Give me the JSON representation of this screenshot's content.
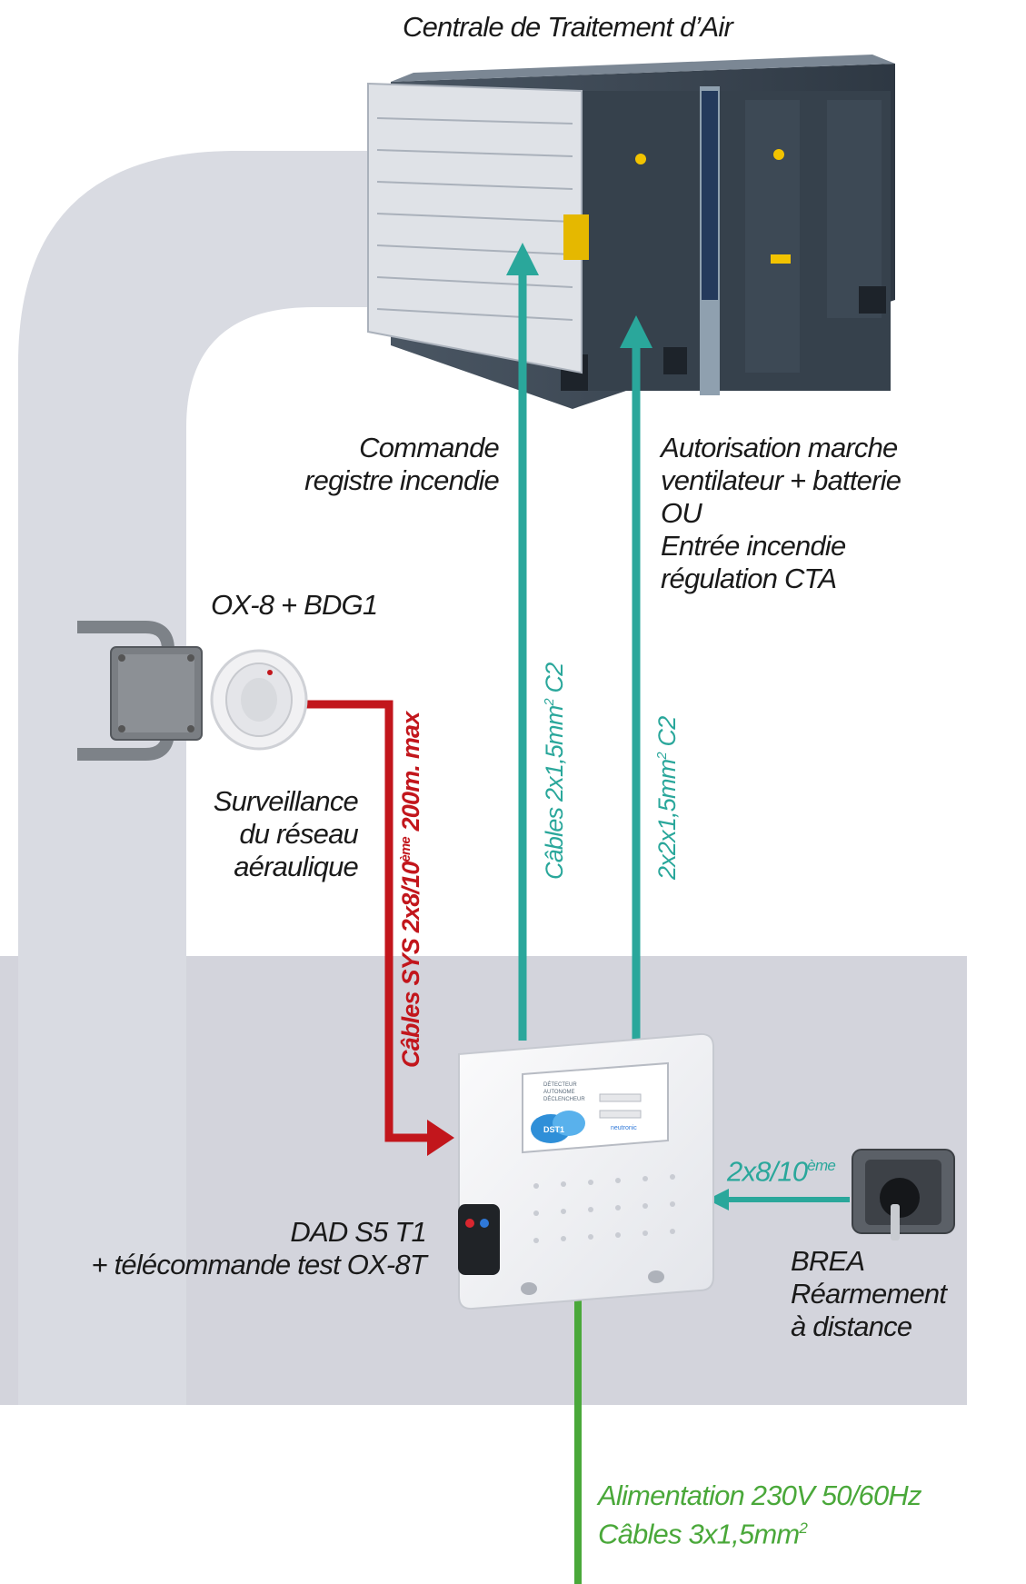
{
  "colors": {
    "teal": "#2aa79b",
    "red": "#c2161c",
    "green": "#4aa83a",
    "duct": "#d9dbe2",
    "panel": "#d3d4dc"
  },
  "labels": {
    "cta_title": "Centrale de Traitement d’Air",
    "commande": [
      "Commande",
      "registre incendie"
    ],
    "autorisation": [
      "Autorisation marche",
      "ventilateur + batterie",
      "OU",
      "Entrée incendie",
      "régulation CTA"
    ],
    "ox8": "OX-8 + BDG1",
    "surveillance": [
      "Surveillance",
      "du réseau",
      "aéraulique"
    ],
    "dad": [
      "DAD S5 T1",
      "+ télécommande test OX-8T"
    ],
    "brea": [
      "BREA",
      "Réarmement",
      "à distance"
    ],
    "alimentation": "Alimentation 230V 50/60Hz",
    "cables_alim_prefix": "Câbles 3x1,5mm",
    "cables_alim_sup": "2"
  },
  "cables": {
    "sys_prefix": "Câbles SYS 2x8/10",
    "sys_sup": "ème",
    "sys_suffix": " 200m. max",
    "c1_prefix": "Câbles 2x1,5mm",
    "c1_sup": "2",
    "c1_suffix": " C2",
    "c2_prefix": "2x2x1,5mm",
    "c2_sup": "2",
    "c2_suffix": " C2",
    "brea_prefix": "2x8/10",
    "brea_sup": "ème"
  },
  "device": {
    "screen_lines": [
      "DÉTECTEUR",
      "AUTONOME",
      "DÉCLENCHEUR"
    ],
    "logo": "DST1",
    "brand": "neutronic"
  },
  "icons": {
    "cta": "air-handling-unit-icon",
    "detector": "smoke-detector-icon",
    "control": "control-panel-icon",
    "reset": "reset-key-switch-icon"
  }
}
